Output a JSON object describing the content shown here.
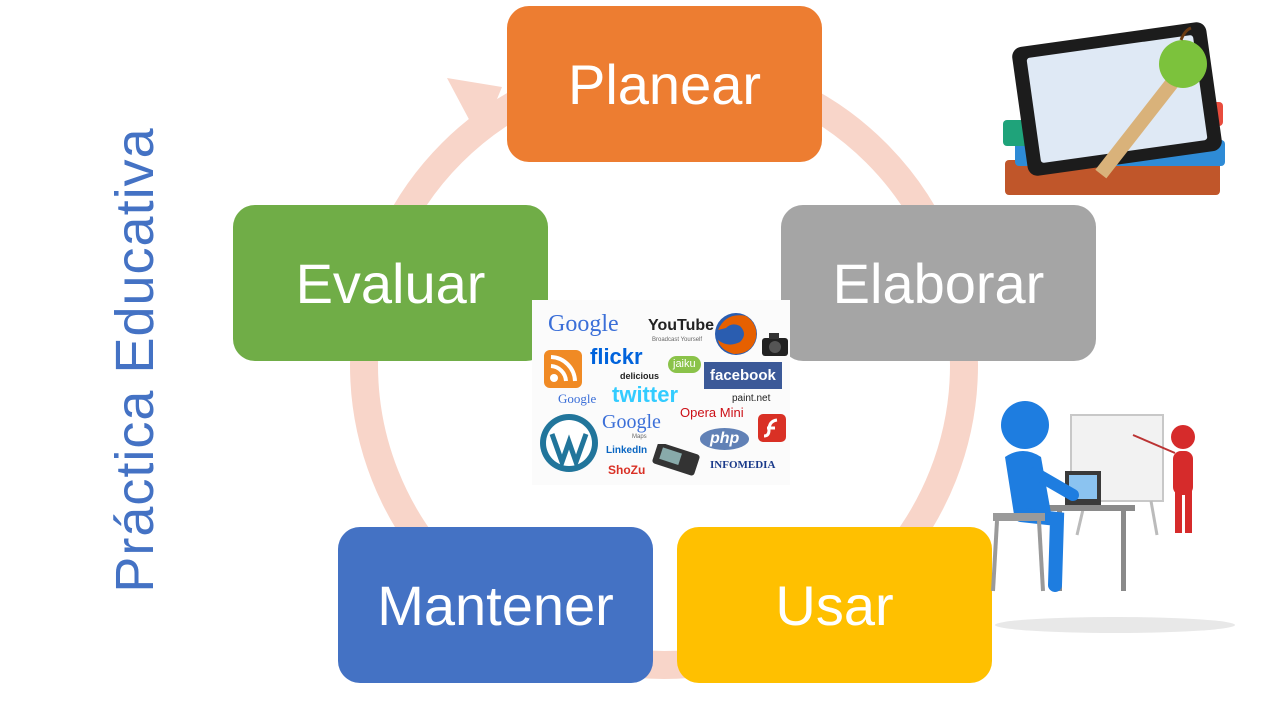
{
  "side_title": "Práctica Educativa",
  "cycle": {
    "steps": [
      {
        "label": "Planear",
        "color": "#ed7d31"
      },
      {
        "label": "Elaborar",
        "color": "#a5a5a5"
      },
      {
        "label": "Usar",
        "color": "#ffc000"
      },
      {
        "label": "Mantener",
        "color": "#4472c4"
      },
      {
        "label": "Evaluar",
        "color": "#70ad47"
      }
    ],
    "arrow_color": "#f8d5c9"
  },
  "collage": {
    "logos": [
      "Google",
      "YouTube",
      "Broadcast Yourself",
      "flickr",
      "jaiku",
      "delicious",
      "facebook",
      "Google",
      "twitter",
      "paint.net",
      "Google",
      "Maps",
      "Opera Mini",
      "php",
      "LinkedIn",
      "ShoZu",
      "INFOMEDIA"
    ]
  }
}
